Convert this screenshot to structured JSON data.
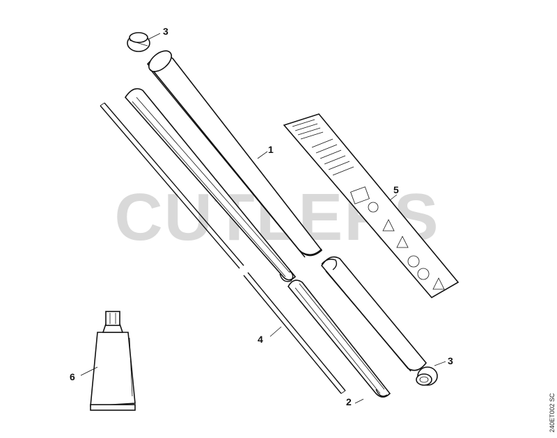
{
  "watermark": "CUTLERS",
  "drawing_code": "240ET002 SC",
  "callouts": {
    "part1": "1",
    "part2": "2",
    "part3_top": "3",
    "part3_bottom": "3",
    "part4": "4",
    "part5": "5",
    "part6": "6"
  }
}
